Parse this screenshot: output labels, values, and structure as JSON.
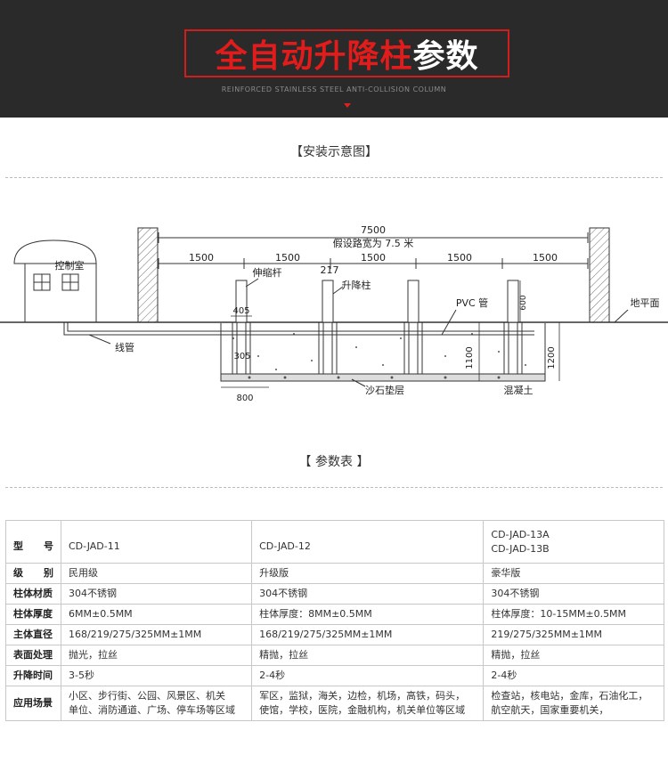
{
  "header": {
    "title_red": "全自动升降柱",
    "title_white": "参数",
    "subtitle": "REINFORCED STAINLESS STEEL ANTI-COLLISION COLUMN"
  },
  "diagram": {
    "section_title": "【安装示意图】",
    "total_width": "7500",
    "road_label": "假设路宽为 7.5 米",
    "spans": [
      "1500",
      "1500",
      "1500",
      "1500",
      "1500"
    ],
    "control_room": "控制室",
    "telescopic_rod": "伸缩杆",
    "diameter": "217",
    "column": "升降柱",
    "pvc_pipe": "PVC 管",
    "ground": "地平面",
    "height_600": "600",
    "pipe_label": "线管",
    "hole_width": "405",
    "depth_305": "305",
    "depth_1100": "1100",
    "depth_1200": "1200",
    "base_width": "800",
    "gravel": "沙石垫层",
    "concrete": "混凝土"
  },
  "params": {
    "section_title": "【   参数表   】",
    "rows": [
      {
        "label": "型      号",
        "c1": "CD-JAD-11",
        "c2": "CD-JAD-12",
        "c3a": "CD-JAD-13A",
        "c3b": "CD-JAD-13B"
      },
      {
        "label": "级      别",
        "c1": "民用级",
        "c2": "升级版",
        "c3": "豪华版"
      },
      {
        "label": "柱体材质",
        "c1": "304不锈钢",
        "c2": "304不锈钢",
        "c3": "304不锈钢"
      },
      {
        "label": "柱体厚度",
        "c1": "6MM±0.5MM",
        "c2": "柱体厚度：8MM±0.5MM",
        "c3": "柱体厚度：10-15MM±0.5MM"
      },
      {
        "label": "主体直径",
        "c1": "168/219/275/325MM±1MM",
        "c2": "168/219/275/325MM±1MM",
        "c3": "219/275/325MM±1MM"
      },
      {
        "label": "表面处理",
        "c1": "抛光，拉丝",
        "c2": "精抛，拉丝",
        "c3": "精抛，拉丝"
      },
      {
        "label": "升降时间",
        "c1": "3-5秒",
        "c2": "2-4秒",
        "c3": "2-4秒"
      },
      {
        "label": "应用场景",
        "c1a": "小区、步行街、公园、风景区、机关",
        "c1b": "单位、消防通道、广场、停车场等区域",
        "c2a": "军区，监狱，海关，边检，机场，高铁，码头，",
        "c2b": "使馆，学校，医院，金融机构，机关单位等区域",
        "c3a": "检查站，核电站，金库，石油化工，",
        "c3b": "航空航天，国家重要机关，"
      }
    ]
  }
}
